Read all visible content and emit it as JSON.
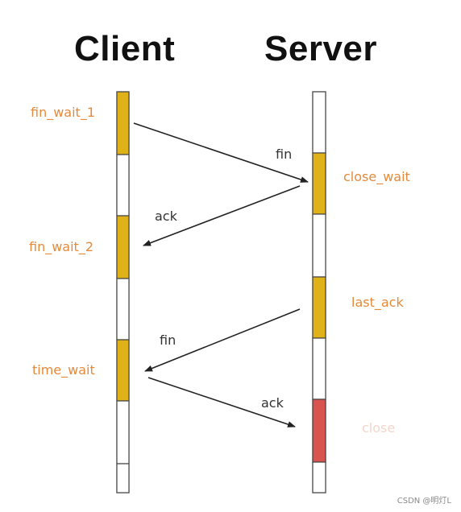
{
  "headers": {
    "client": "Client",
    "server": "Server"
  },
  "client_states": {
    "fin_wait_1": "fin_wait_1",
    "fin_wait_2": "fin_wait_2",
    "time_wait": "time_wait"
  },
  "server_states": {
    "close_wait": "close_wait",
    "last_ack": "last_ack",
    "close": "close"
  },
  "messages": {
    "fin_1": "fin",
    "ack_1": "ack",
    "fin_2": "fin",
    "ack_2": "ack"
  },
  "colors": {
    "state_label": "#e58a3a",
    "close_label": "#f2d6cc",
    "active_segment": "#e0b21a",
    "closed_segment": "#d9534f",
    "timeline_border": "#444444",
    "arrow": "#222222"
  },
  "watermark": "CSDN @明灯L"
}
